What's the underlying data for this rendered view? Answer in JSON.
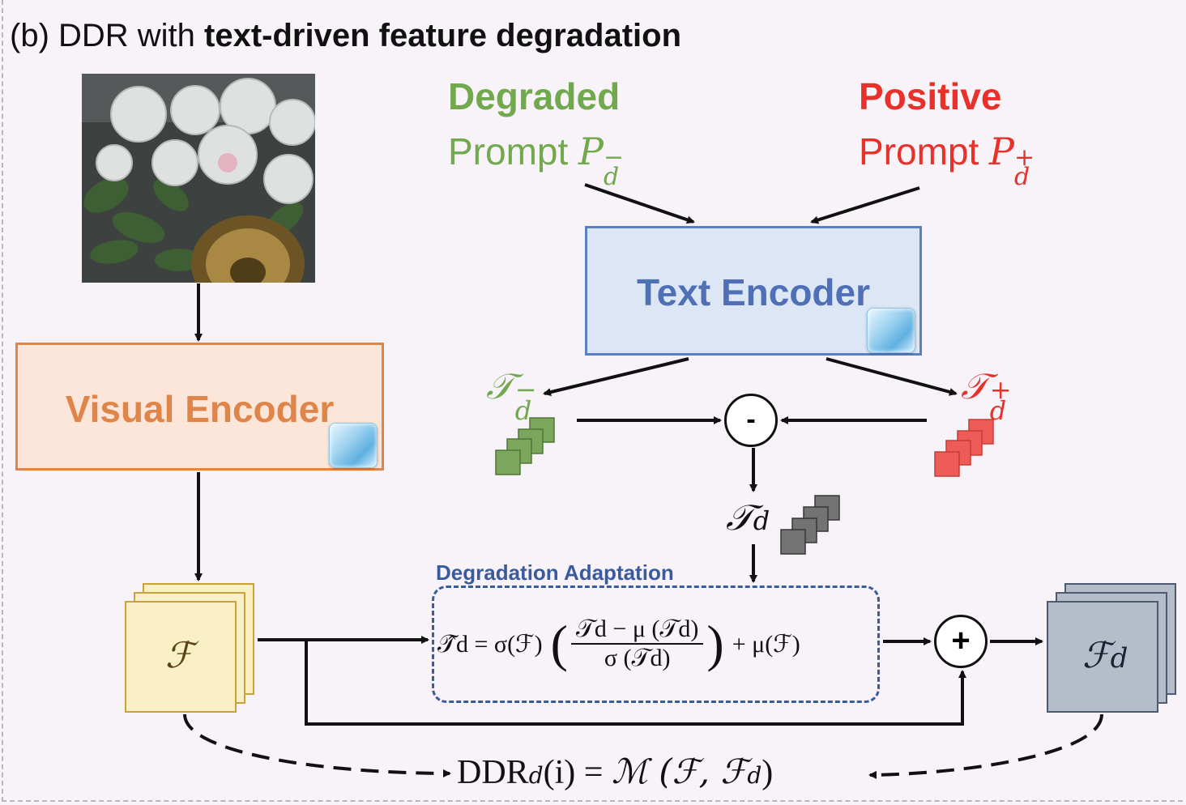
{
  "title": {
    "prefix": "(b) DDR with ",
    "bold": "text-driven feature degradation"
  },
  "prompts": {
    "degraded": {
      "word": "Degraded",
      "label": "Prompt",
      "symbol": "P",
      "sub": "d",
      "sup": "−",
      "color": "#72a84e"
    },
    "positive": {
      "word": "Positive",
      "label": "Prompt",
      "symbol": "P",
      "sub": "d",
      "sup": "+",
      "color": "#e8312a"
    }
  },
  "encoders": {
    "text": {
      "label": "Text Encoder"
    },
    "visual": {
      "label": "Visual Encoder"
    }
  },
  "tokens": {
    "neg": {
      "symbol": "𝒯",
      "sub": "d",
      "sup": "−",
      "color": "#72a84e"
    },
    "pos": {
      "symbol": "𝒯",
      "sub": "d",
      "sup": "+",
      "color": "#e8312a"
    },
    "diff": {
      "symbol": "𝒯",
      "sub": "d",
      "color": "#111111"
    }
  },
  "operators": {
    "minus": "-",
    "plus": "+"
  },
  "features": {
    "input": {
      "symbol": "ℱ"
    },
    "output": {
      "symbol": "ℱ",
      "sub": "d"
    }
  },
  "adaptation": {
    "label": "Degradation Adaptation",
    "formula_lhs": "𝒯̂d = σ(ℱ)",
    "numerator": "𝒯d − μ (𝒯d)",
    "denominator": "σ (𝒯d)",
    "formula_rhs": "+ μ(ℱ)"
  },
  "ddr_formula": {
    "lhs": "DDR",
    "lhs_sub": "d",
    "arg": "(i) = ",
    "rhs": "ℳ (ℱ, ℱ",
    "rhs_sub": "d",
    "close": ")"
  },
  "colors": {
    "visual": "#e0854a",
    "text": "#4f6fb6",
    "adapt": "#3a5aa0",
    "feature_in": "#c9a23a",
    "feature_out": "#4c5a72"
  }
}
